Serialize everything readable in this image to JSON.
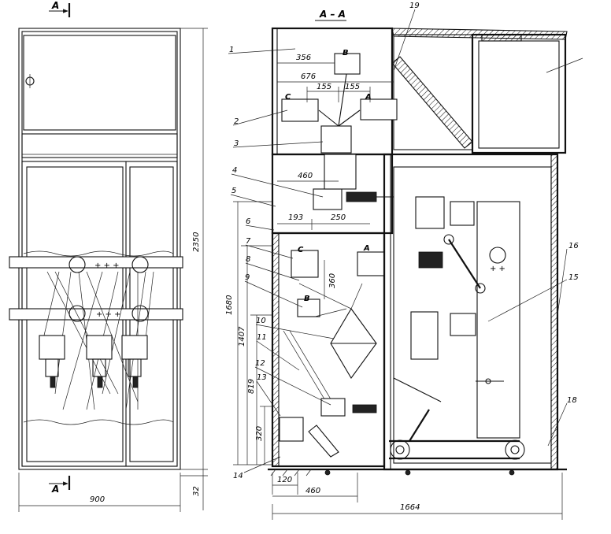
{
  "section_marks": {
    "cut_left": "A",
    "cut_title": "A – A"
  },
  "dimensions": {
    "d2350": "2350",
    "d32": "32",
    "d900": "900",
    "d1680": "1680",
    "d1407": "1407",
    "d819": "819",
    "d320": "320",
    "d356": "356",
    "d676": "676",
    "d155a": "155",
    "d155b": "155",
    "d460top": "460",
    "d193": "193",
    "d250": "250",
    "d360": "360",
    "d120": "120",
    "d460bot": "460",
    "d1664": "1664"
  },
  "phases": {
    "a": "A",
    "b": "B",
    "c": "C"
  },
  "callouts": {
    "c1": "1",
    "c2": "2",
    "c3": "3",
    "c4": "4",
    "c5": "5",
    "c6": "6",
    "c7": "7",
    "c8": "8",
    "c9": "9",
    "c10": "10",
    "c11": "11",
    "c12": "12",
    "c13": "13",
    "c14": "14",
    "c15": "15",
    "c16": "16",
    "c18": "18",
    "c19": "19"
  }
}
